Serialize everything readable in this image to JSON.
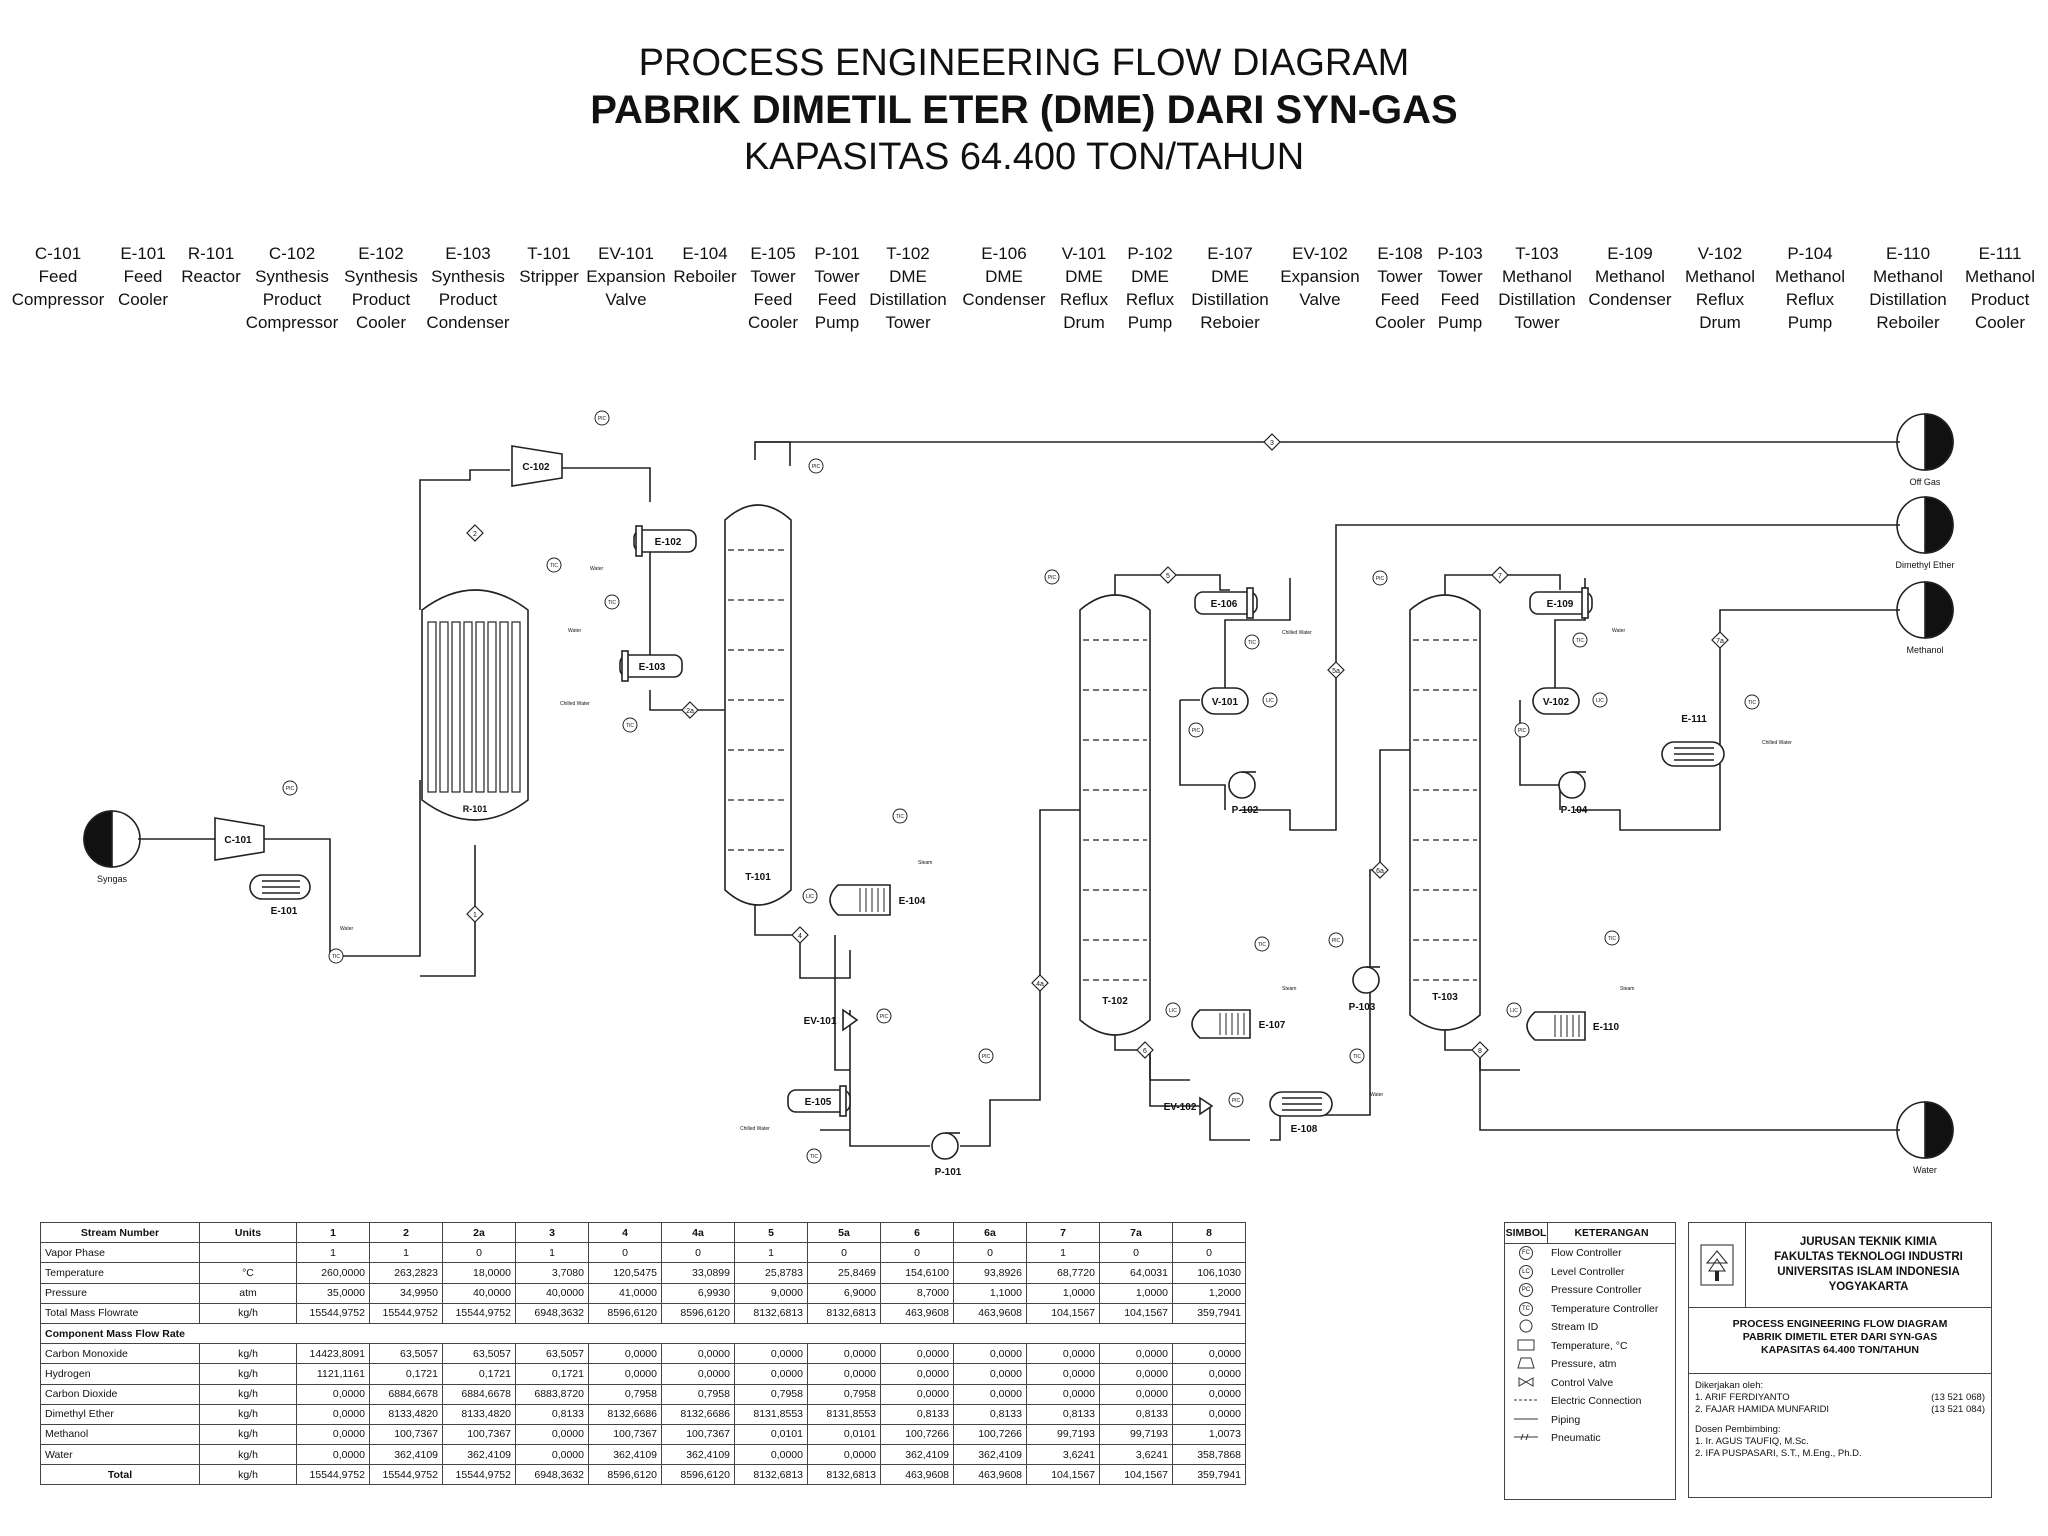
{
  "header": {
    "line1": "PROCESS ENGINEERING FLOW DIAGRAM",
    "line2": "PABRIK DIMETIL ETER (DME)  DARI SYN-GAS",
    "line3": "KAPASITAS 64.400 TON/TAHUN"
  },
  "equipment": [
    {
      "id": "C-101",
      "name": [
        "Feed",
        "Compressor"
      ]
    },
    {
      "id": "E-101",
      "name": [
        "Feed",
        "Cooler"
      ]
    },
    {
      "id": "R-101",
      "name": [
        "Reactor"
      ]
    },
    {
      "id": "C-102",
      "name": [
        "Synthesis",
        "Product",
        "Compressor"
      ]
    },
    {
      "id": "E-102",
      "name": [
        "Synthesis",
        "Product",
        "Cooler"
      ]
    },
    {
      "id": "E-103",
      "name": [
        "Synthesis",
        "Product",
        "Condenser"
      ]
    },
    {
      "id": "T-101",
      "name": [
        "Stripper"
      ]
    },
    {
      "id": "EV-101",
      "name": [
        "Expansion",
        "Valve"
      ]
    },
    {
      "id": "E-104",
      "name": [
        "Reboiler"
      ]
    },
    {
      "id": "E-105",
      "name": [
        "Tower",
        "Feed",
        "Cooler"
      ]
    },
    {
      "id": "P-101",
      "name": [
        "Tower",
        "Feed",
        "Pump"
      ]
    },
    {
      "id": "T-102",
      "name": [
        "DME",
        "Distillation",
        "Tower"
      ]
    },
    {
      "id": "E-106",
      "name": [
        "DME",
        "Condenser"
      ]
    },
    {
      "id": "V-101",
      "name": [
        "DME",
        "Reflux",
        "Drum"
      ]
    },
    {
      "id": "P-102",
      "name": [
        "DME",
        "Reflux",
        "Pump"
      ]
    },
    {
      "id": "E-107",
      "name": [
        "DME",
        "Distillation",
        "Reboier"
      ]
    },
    {
      "id": "EV-102",
      "name": [
        "Expansion",
        "Valve"
      ]
    },
    {
      "id": "E-108",
      "name": [
        "Tower",
        "Feed",
        "Cooler"
      ]
    },
    {
      "id": "P-103",
      "name": [
        "Tower",
        "Feed",
        "Pump"
      ]
    },
    {
      "id": "T-103",
      "name": [
        "Methanol",
        "Distillation",
        "Tower"
      ]
    },
    {
      "id": "E-109",
      "name": [
        "Methanol",
        "Condenser"
      ]
    },
    {
      "id": "V-102",
      "name": [
        "Methanol",
        "Reflux",
        "Drum"
      ]
    },
    {
      "id": "P-104",
      "name": [
        "Methanol",
        "Reflux",
        "Pump"
      ]
    },
    {
      "id": "E-110",
      "name": [
        "Methanol",
        "Distillation",
        "Reboiler"
      ]
    },
    {
      "id": "E-111",
      "name": [
        "Methanol",
        "Product",
        "Cooler"
      ]
    }
  ],
  "diagram": {
    "tags": {
      "c101": "C-101",
      "c102": "C-102",
      "r101": "R-101",
      "e101": "E-101",
      "e102": "E-102",
      "e103": "E-103",
      "t101": "T-101",
      "e104": "E-104",
      "ev101": "EV-101",
      "e105": "E-105",
      "p101": "P-101",
      "t102": "T-102",
      "e106": "E-106",
      "v101": "V-101",
      "p102": "P-102",
      "e107": "E-107",
      "ev102": "EV-102",
      "e108": "E-108",
      "p103": "P-103",
      "t103": "T-103",
      "e109": "E-109",
      "v102": "V-102",
      "p104": "P-104",
      "e110": "E-110",
      "e111": "E-111"
    },
    "terminals": {
      "syngas": "Syngas",
      "offgas": "Off Gas",
      "dme": "Dimethyl Ether",
      "methanol": "Methanol",
      "water": "Water"
    },
    "utility_labels": {
      "water": "Water",
      "chilled_water": "Chilled Water",
      "steam": "Steam"
    },
    "streams": [
      "1",
      "2",
      "2a",
      "3",
      "4",
      "4a",
      "5",
      "5a",
      "6",
      "6a",
      "7",
      "7a",
      "8"
    ],
    "controllers": {
      "pc": "PIC",
      "tc": "TIC",
      "lc": "LIC"
    }
  },
  "table": {
    "header_label": "Stream Number",
    "units_label": "Units",
    "streams": [
      "1",
      "2",
      "2a",
      "3",
      "4",
      "4a",
      "5",
      "5a",
      "6",
      "6a",
      "7",
      "7a",
      "8"
    ],
    "rows": [
      {
        "label": "Vapor Phase",
        "unit": "",
        "values": [
          "1",
          "1",
          "0",
          "1",
          "0",
          "0",
          "1",
          "0",
          "0",
          "0",
          "1",
          "0",
          "0"
        ]
      },
      {
        "label": "Temperature",
        "unit": "°C",
        "values": [
          "260,0000",
          "263,2823",
          "18,0000",
          "3,7080",
          "120,5475",
          "33,0899",
          "25,8783",
          "25,8469",
          "154,6100",
          "93,8926",
          "68,7720",
          "64,0031",
          "106,1030"
        ]
      },
      {
        "label": "Pressure",
        "unit": "atm",
        "values": [
          "35,0000",
          "34,9950",
          "40,0000",
          "40,0000",
          "41,0000",
          "6,9930",
          "9,0000",
          "6,9000",
          "8,7000",
          "1,1000",
          "1,0000",
          "1,0000",
          "1,2000"
        ]
      },
      {
        "label": "Total Mass Flowrate",
        "unit": "kg/h",
        "values": [
          "15544,9752",
          "15544,9752",
          "15544,9752",
          "6948,3632",
          "8596,6120",
          "8596,6120",
          "8132,6813",
          "8132,6813",
          "463,9608",
          "463,9608",
          "104,1567",
          "104,1567",
          "359,7941"
        ]
      },
      {
        "label": "Component Mass Flow Rate",
        "unit": "",
        "section": true,
        "values": []
      },
      {
        "label": "Carbon Monoxide",
        "unit": "kg/h",
        "values": [
          "14423,8091",
          "63,5057",
          "63,5057",
          "63,5057",
          "0,0000",
          "0,0000",
          "0,0000",
          "0,0000",
          "0,0000",
          "0,0000",
          "0,0000",
          "0,0000",
          "0,0000"
        ]
      },
      {
        "label": "Hydrogen",
        "unit": "kg/h",
        "values": [
          "1121,1161",
          "0,1721",
          "0,1721",
          "0,1721",
          "0,0000",
          "0,0000",
          "0,0000",
          "0,0000",
          "0,0000",
          "0,0000",
          "0,0000",
          "0,0000",
          "0,0000"
        ]
      },
      {
        "label": "Carbon Dioxide",
        "unit": "kg/h",
        "values": [
          "0,0000",
          "6884,6678",
          "6884,6678",
          "6883,8720",
          "0,7958",
          "0,7958",
          "0,7958",
          "0,7958",
          "0,0000",
          "0,0000",
          "0,0000",
          "0,0000",
          "0,0000"
        ]
      },
      {
        "label": "Dimethyl Ether",
        "unit": "kg/h",
        "values": [
          "0,0000",
          "8133,4820",
          "8133,4820",
          "0,8133",
          "8132,6686",
          "8132,6686",
          "8131,8553",
          "8131,8553",
          "0,8133",
          "0,8133",
          "0,8133",
          "0,8133",
          "0,0000"
        ]
      },
      {
        "label": "Methanol",
        "unit": "kg/h",
        "values": [
          "0,0000",
          "100,7367",
          "100,7367",
          "0,0000",
          "100,7367",
          "100,7367",
          "0,0101",
          "0,0101",
          "100,7266",
          "100,7266",
          "99,7193",
          "99,7193",
          "1,0073"
        ]
      },
      {
        "label": "Water",
        "unit": "kg/h",
        "values": [
          "0,0000",
          "362,4109",
          "362,4109",
          "0,0000",
          "362,4109",
          "362,4109",
          "0,0000",
          "0,0000",
          "362,4109",
          "362,4109",
          "3,6241",
          "3,6241",
          "358,7868"
        ]
      },
      {
        "label": "Total",
        "unit": "kg/h",
        "total": true,
        "values": [
          "15544,9752",
          "15544,9752",
          "15544,9752",
          "6948,3632",
          "8596,6120",
          "8596,6120",
          "8132,6813",
          "8132,6813",
          "463,9608",
          "463,9608",
          "104,1567",
          "104,1567",
          "359,7941"
        ]
      }
    ]
  },
  "legend": {
    "col_symbol": "SIMBOL",
    "col_desc": "KETERANGAN",
    "items": [
      {
        "sym": "FC",
        "text": "Flow Controller"
      },
      {
        "sym": "LC",
        "text": "Level Controller"
      },
      {
        "sym": "PC",
        "text": "Pressure Controller"
      },
      {
        "sym": "TC",
        "text": "Temperature Controller"
      },
      {
        "sym": "",
        "text": "Stream ID"
      },
      {
        "sym": "",
        "text": "Temperature, °C"
      },
      {
        "sym": "",
        "text": "Pressure, atm"
      },
      {
        "sym": "",
        "text": "Control Valve"
      },
      {
        "sym": "",
        "text": "Electric Connection"
      },
      {
        "sym": "",
        "text": "Piping"
      },
      {
        "sym": "",
        "text": "Pneumatic"
      }
    ]
  },
  "titleblock": {
    "institution": [
      "JURUSAN TEKNIK KIMIA",
      "FAKULTAS TEKNOLOGI INDUSTRI",
      "UNIVERSITAS ISLAM INDONESIA",
      "YOGYAKARTA"
    ],
    "drawing_title": [
      "PROCESS ENGINEERING FLOW DIAGRAM",
      "PABRIK DIMETIL ETER DARI SYN-GAS",
      "KAPASITAS 64.400 TON/TAHUN"
    ],
    "prepared_label": "Dikerjakan oleh:",
    "authors": [
      {
        "name": "1. ARIF FERDIYANTO",
        "nim": "(13 521 068)"
      },
      {
        "name": "2. FAJAR HAMIDA MUNFARIDI",
        "nim": "(13 521 084)"
      }
    ],
    "advisor_label": "Dosen Pembimbing:",
    "advisors": [
      "1. Ir. AGUS TAUFIQ, M.Sc.",
      "2. IFA PUSPASARI, S.T., M.Eng., Ph.D."
    ]
  }
}
